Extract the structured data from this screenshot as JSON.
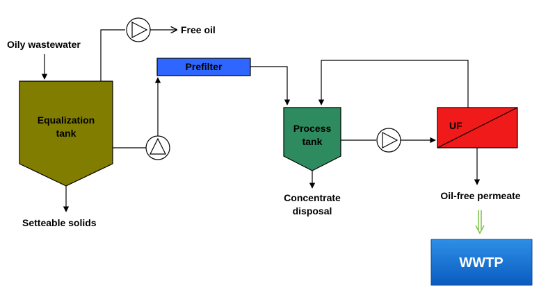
{
  "labels": {
    "oily_wastewater": "Oily wastewater",
    "free_oil": "Free oil",
    "prefilter": "Prefilter",
    "equalization_tank_line1": "Equalization",
    "equalization_tank_line2": "tank",
    "settleable_solids": "Setteable solids",
    "process_tank_line1": "Process",
    "process_tank_line2": "tank",
    "concentrate_line1": "Concentrate",
    "concentrate_line2": "disposal",
    "uf": "UF",
    "oil_free_permeate": "Oil-free permeate",
    "wwtp": "WWTP"
  },
  "colors": {
    "equalization_tank": "#807d00",
    "prefilter": "#2e66ff",
    "process_tank": "#2e8b5f",
    "uf": "#f01a1a",
    "wwtp_top": "#2d8fe6",
    "wwtp_bottom": "#0b5bbf",
    "green_arrow": "#7ac143"
  },
  "icons": [
    "pump-icon",
    "pump-icon",
    "pump-icon"
  ]
}
